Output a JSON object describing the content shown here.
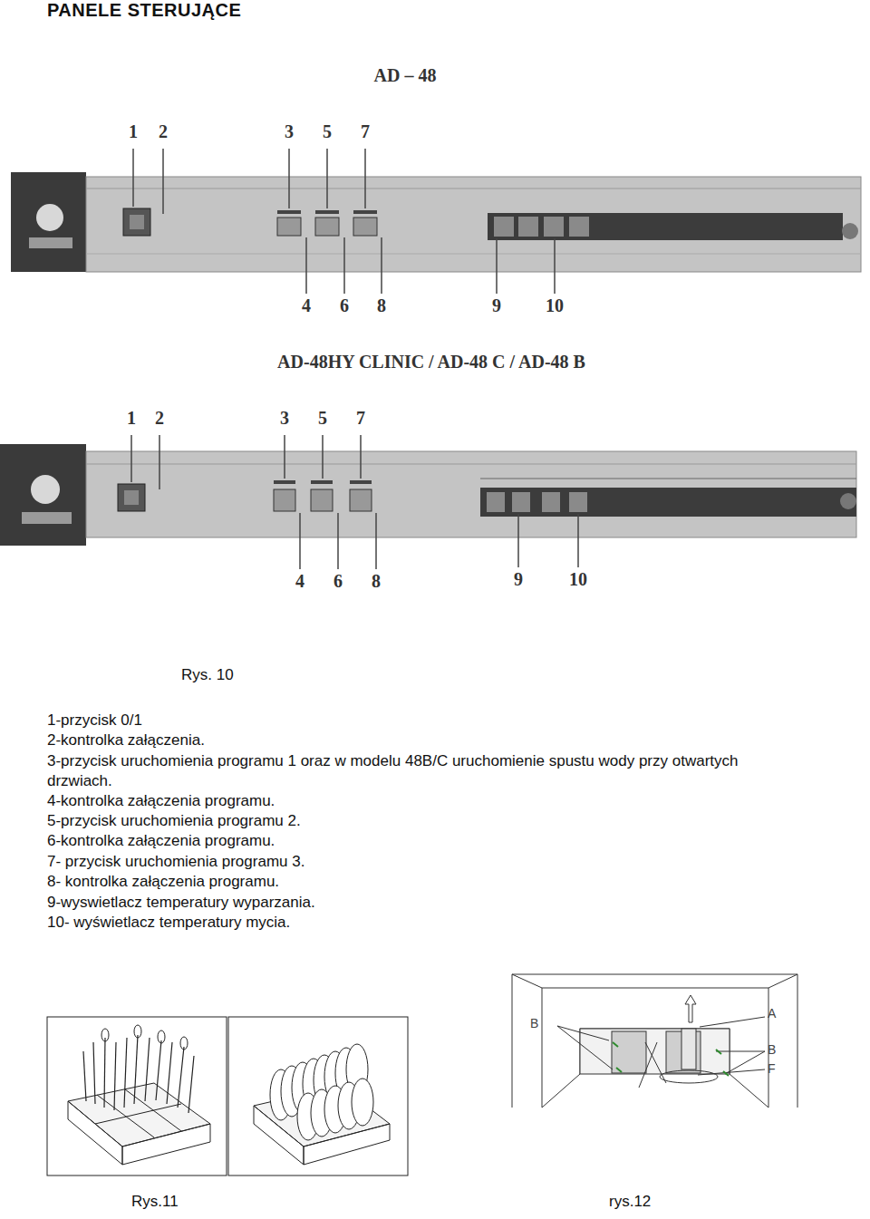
{
  "diagram": {
    "title": "PANELE STERUJĄCE",
    "labels": [
      "AD – 48",
      "1",
      "2",
      "3",
      "5",
      "7",
      "4",
      "6",
      "8",
      "9",
      "10",
      "AD-48HY CLINIC / AD-48 C / AD-48 B",
      "1",
      "2",
      "3",
      "5",
      "7",
      "4",
      "6",
      "8",
      "9",
      "10",
      "Rys. 10",
      "1-przycisk 0/1",
      "2-kontrolka załączenia.",
      "3-przycisk uruchomienia programu 1 oraz w modelu 48B/C uruchomienie spustu wody przy otwartych drzwiach.",
      "4-kontrolka załączenia programu.",
      "5-przycisk uruchomienia programu 2.",
      "6-kontrolka załączenia programu.",
      "7- przycisk uruchomienia programu 3.",
      "8- kontrolka załączenia programu.",
      "9-wyswietlacz temperatury wyparzania.",
      "10- wyświetlacz temperatury mycia.",
      "B",
      "A",
      "B",
      "F",
      "Rys.11",
      "rys.12"
    ]
  }
}
